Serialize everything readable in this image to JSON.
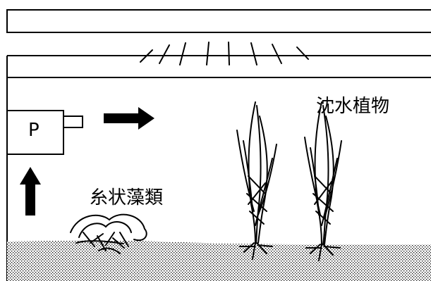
{
  "labels": {
    "pump": "P",
    "submerged_plants": "沈水植物",
    "filamentous_algae": "糸状藻類"
  },
  "colors": {
    "line": "#000000",
    "background": "#ffffff",
    "substrate_dots": "#000000"
  },
  "icons": {
    "light_rays": "light-rays-icon",
    "flow_arrow_right": "arrow-right-icon",
    "flow_arrow_up": "arrow-up-icon"
  }
}
